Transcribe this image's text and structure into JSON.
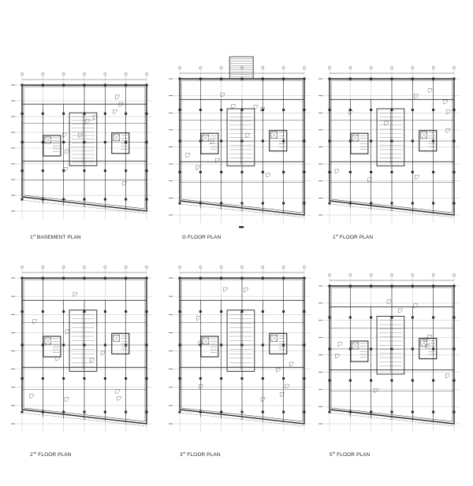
{
  "sheet": {
    "background": "#ffffff",
    "line_color": "#2a2a2a",
    "plans": [
      {
        "id": "basement",
        "caption_prefix": "1",
        "caption_sup": "st",
        "caption_rest": " BASEMENT PLAN"
      },
      {
        "id": "ground",
        "caption_prefix": "",
        "caption_sup": "",
        "caption_rest": "G FLOOR PLAN"
      },
      {
        "id": "first",
        "caption_prefix": "1",
        "caption_sup": "st",
        "caption_rest": " FLOOR PLAN"
      },
      {
        "id": "second",
        "caption_prefix": "2",
        "caption_sup": "nd",
        "caption_rest": " FLOOR PLAN"
      },
      {
        "id": "third",
        "caption_prefix": "3",
        "caption_sup": "rd",
        "caption_rest": " FLOOR PLAN"
      },
      {
        "id": "fifth",
        "caption_prefix": "5",
        "caption_sup": "th",
        "caption_rest": " FLOOR PLAN"
      }
    ]
  }
}
